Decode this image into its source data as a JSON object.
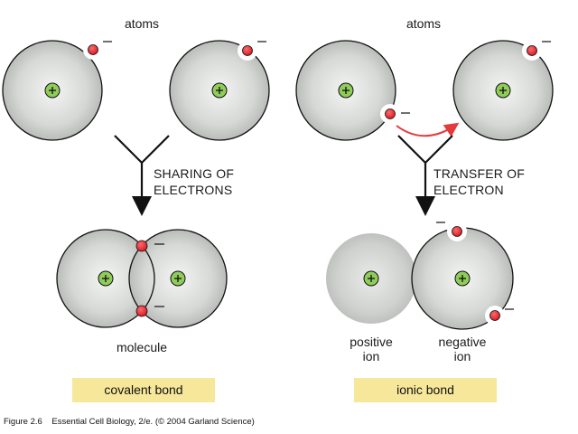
{
  "labels": {
    "atoms_left": "atoms",
    "atoms_right": "atoms",
    "sharing": [
      "SHARING OF",
      "ELECTRONS"
    ],
    "transfer": [
      "TRANSFER OF",
      "ELECTRON"
    ],
    "molecule": "molecule",
    "positive_ion": [
      "positive",
      "ion"
    ],
    "negative_ion": [
      "negative",
      "ion"
    ],
    "covalent_bond": "covalent bond",
    "ionic_bond": "ionic bond",
    "plus": "+",
    "minus": "–"
  },
  "caption": {
    "figure": "Figure 2.6",
    "text": "Essential Cell Biology, 2/e. (© 2004 Garland Science)"
  },
  "colors": {
    "bond_highlight": "#f7e79a",
    "electron": "#e8333c",
    "nucleus": "#8fcc5a",
    "transfer_arrow": "#e43a3a"
  }
}
